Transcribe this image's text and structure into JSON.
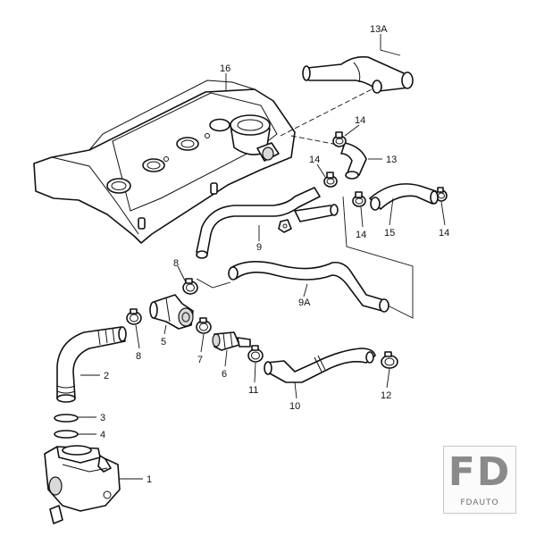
{
  "diagram": {
    "labels": {
      "l13a": "13A",
      "l16": "16",
      "l14a": "14",
      "l13": "13",
      "l14b": "14",
      "l14c": "14",
      "l15": "15",
      "l14d": "14",
      "l9": "9",
      "l8a": "8",
      "l9a": "9A",
      "l5": "5",
      "l8b": "8",
      "l7": "7",
      "l6": "6",
      "l11": "11",
      "l10": "10",
      "l12": "12",
      "l2": "2",
      "l3": "3",
      "l4": "4",
      "l1": "1"
    }
  },
  "watermark": {
    "logo_text": "FD",
    "brand_text": "FDAUTO",
    "color": "#8a8a8a"
  }
}
